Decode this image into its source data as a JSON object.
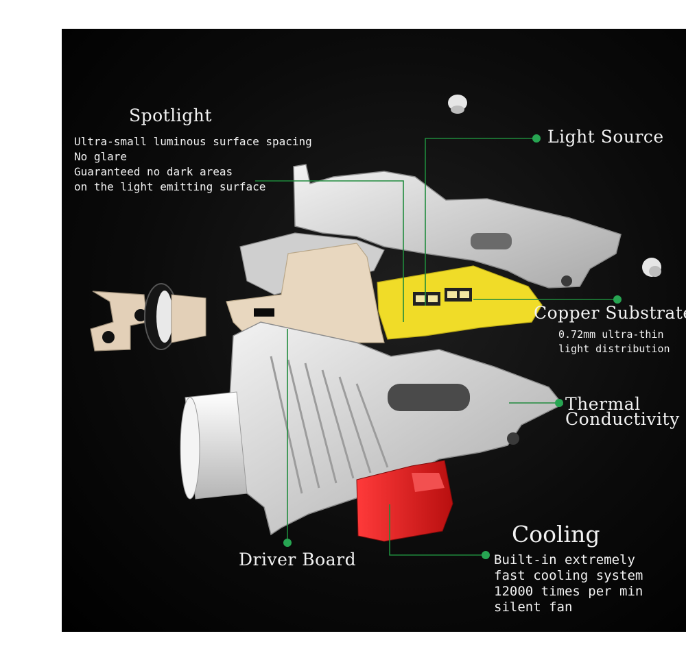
{
  "colors": {
    "background": "#000000",
    "leader": "#1f8a3c",
    "dot": "#27a552",
    "housing": "#d9d9d9",
    "driver_board": "#e8d7bf",
    "copper_substrate": "#f0dc28",
    "fan": "#e01b1b",
    "text": "#f2f2f2"
  },
  "labels": {
    "spotlight": {
      "title": "Spotlight",
      "lines": [
        "Ultra-small luminous surface spacing",
        "No glare",
        "Guaranteed no dark areas",
        "on the light emitting surface"
      ]
    },
    "light_source": {
      "title": "Light Source"
    },
    "copper_substrate": {
      "title": "Copper Substrate",
      "lines": [
        "0.72mm ultra-thin",
        "light distribution"
      ]
    },
    "thermal": {
      "line1": "Thermal",
      "line2": "Conductivity"
    },
    "cooling": {
      "title": "Cooling",
      "lines": [
        "Built-in extremely",
        "fast cooling system",
        "12000 times per min",
        "silent fan"
      ]
    },
    "driver_board": {
      "title": "Driver Board"
    }
  },
  "icons": {
    "leader_dot": "green-dot",
    "bulb_connector": "h4-plug-icon",
    "fan": "fan-icon"
  }
}
